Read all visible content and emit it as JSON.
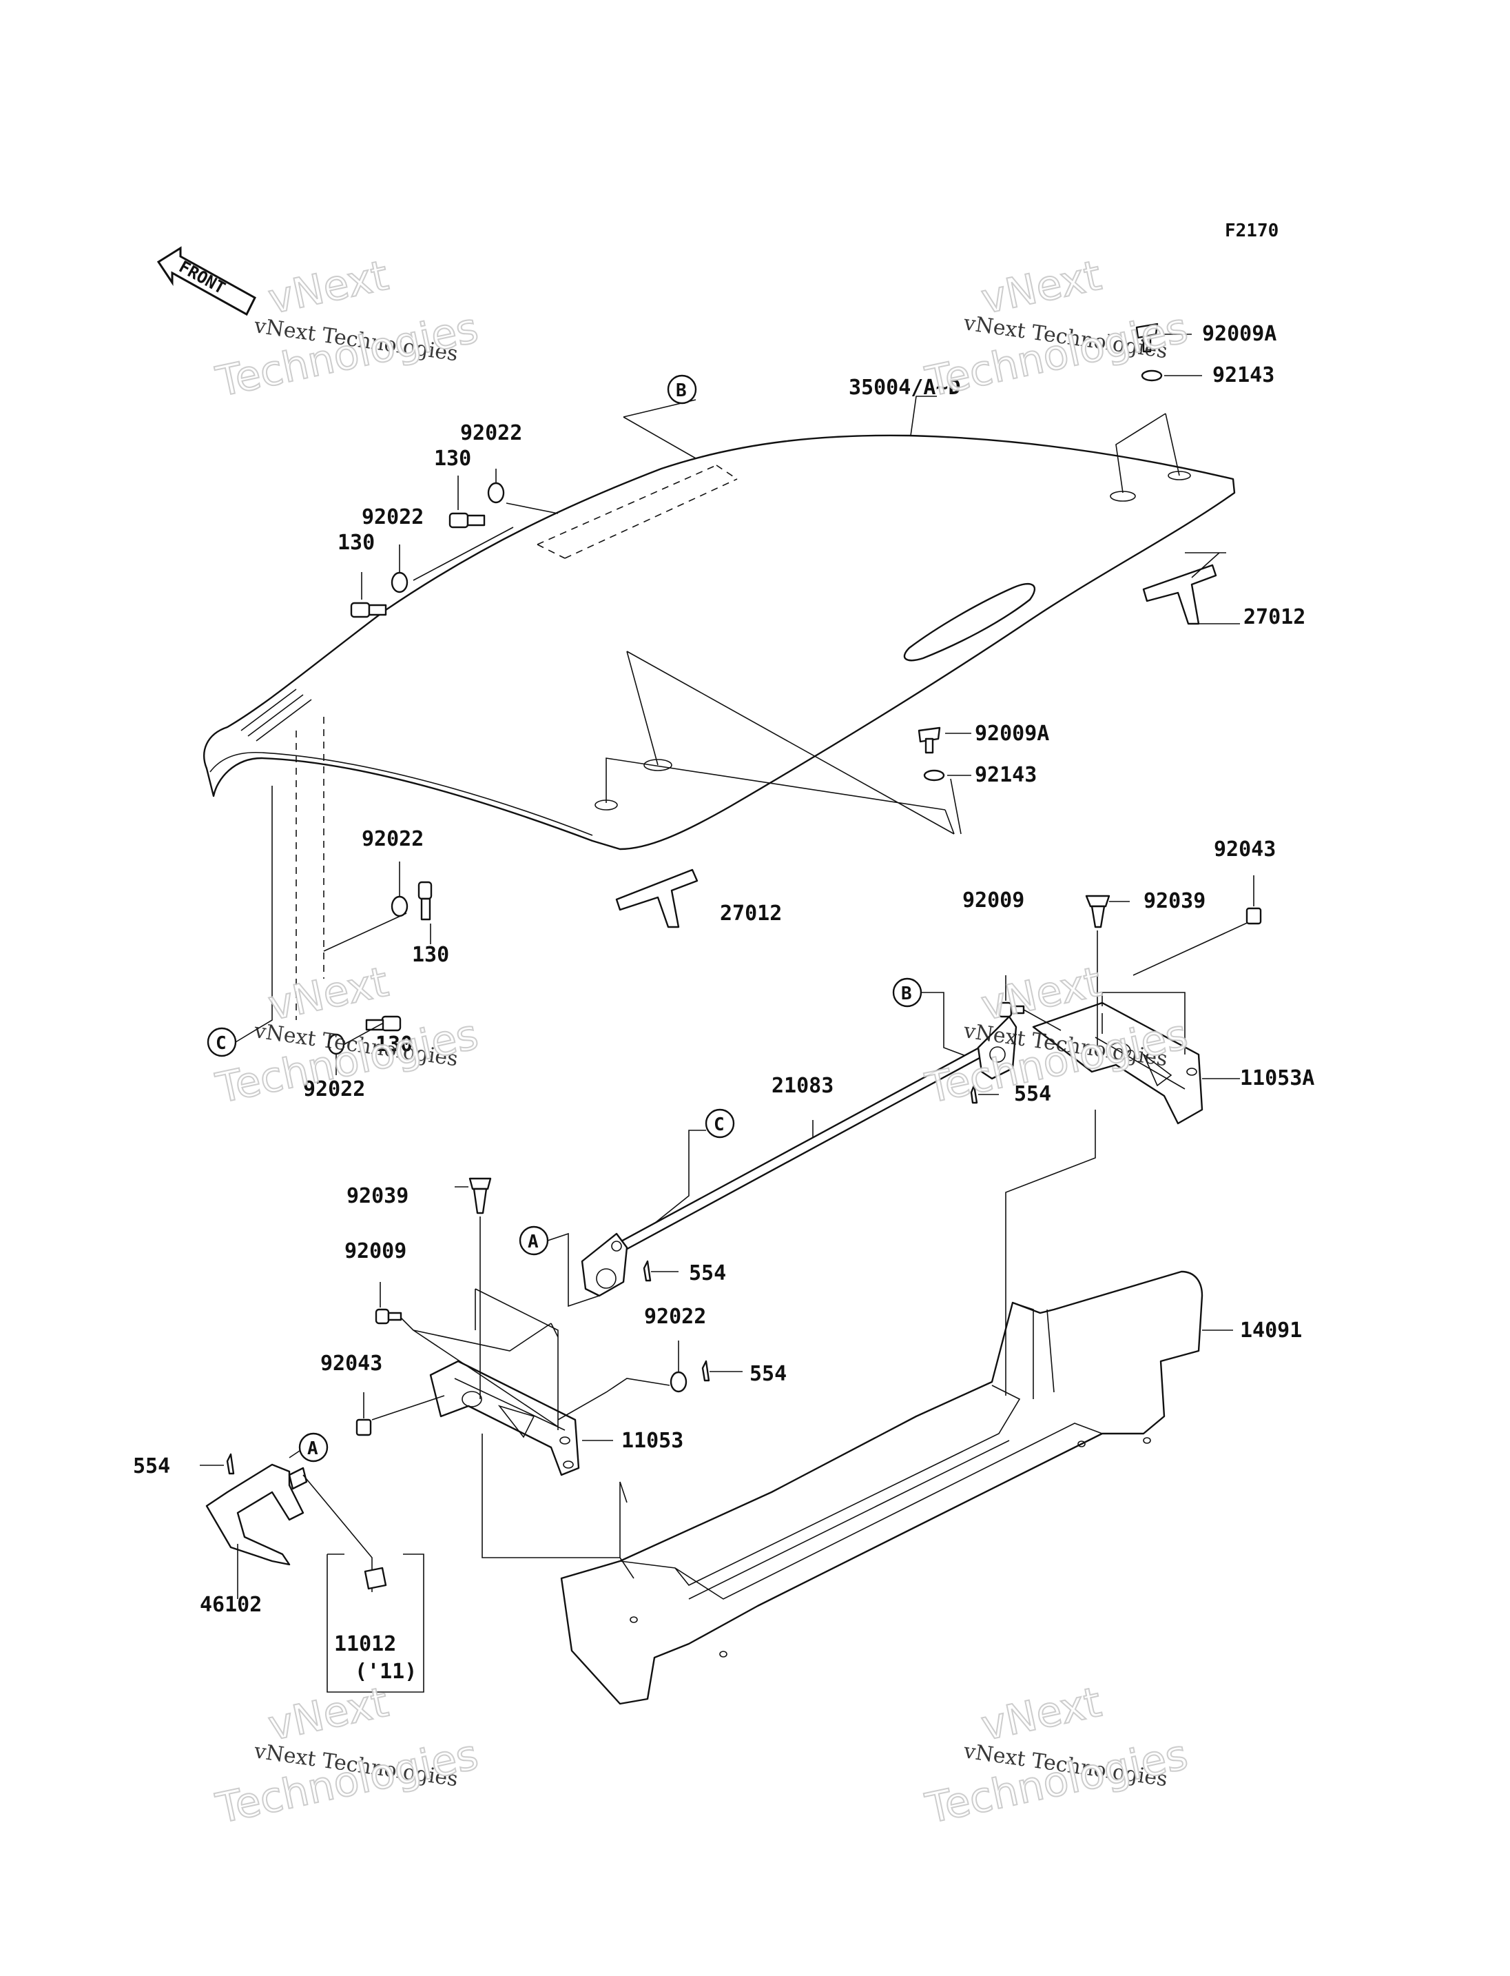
{
  "figure_code": "F2170",
  "front_arrow_label": "FRONT",
  "watermark": {
    "line1": "vNext",
    "line2": "vNext Technologies",
    "line3": "Technologies"
  },
  "callouts": {
    "a": "A",
    "b": "B",
    "c": "C"
  },
  "labels": {
    "p35004": "35004/A~D",
    "p92009a_top": "92009A",
    "p92143_top": "92143",
    "p27012_right": "27012",
    "p92009a_mid": "92009A",
    "p92143_mid": "92143",
    "p27012_mid": "27012",
    "p92022_top1": "92022",
    "p130_top1": "130",
    "p92022_top2": "92022",
    "p130_top2": "130",
    "p92022_left1": "92022",
    "p130_left1": "130",
    "p130_left2": "130",
    "p92022_left2": "92022",
    "p92043_right": "92043",
    "p92009_right": "92009",
    "p92039_right": "92039",
    "p11053a": "11053A",
    "p554_right": "554",
    "p21083": "21083",
    "p92039_left": "92039",
    "p92009_left": "92009",
    "p554_mid": "554",
    "p92022_mid": "92022",
    "p554_mid2": "554",
    "p92043_left": "92043",
    "p11053": "11053",
    "p554_left": "554",
    "p46102": "46102",
    "p11012": "11012",
    "p11012_note": "('11)",
    "p14091": "14091"
  }
}
